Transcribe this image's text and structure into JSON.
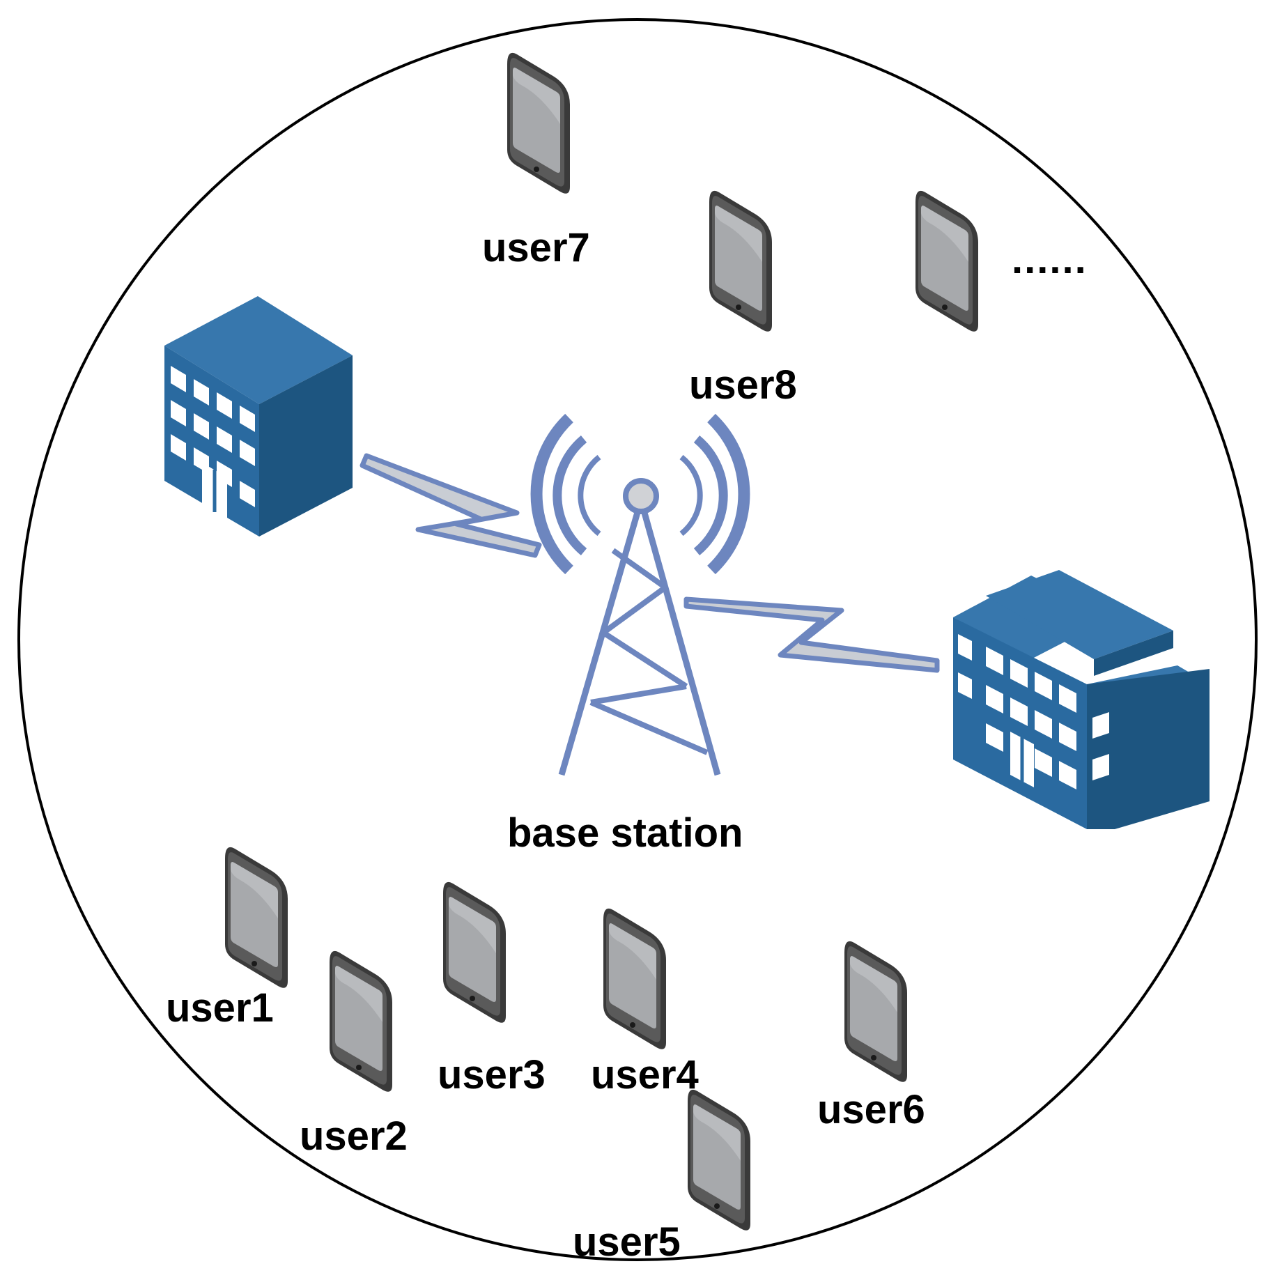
{
  "diagram": {
    "colors": {
      "building_front": "#2a6aa0",
      "building_side": "#1d5580",
      "building_top": "#3777ad",
      "window": "#ffffff",
      "tower": "#6d86bf",
      "link_fill": "#c9cdd4",
      "phone_body": "#3a3a3a",
      "phone_screen": "#a7a9ac",
      "boundary": "#000000"
    },
    "base_station": {
      "label": "base station",
      "icon": "cell-tower-icon"
    },
    "buildings": [
      {
        "icon": "office-building-icon"
      },
      {
        "icon": "office-building-icon"
      }
    ],
    "users": [
      {
        "label": "user1",
        "icon": "smartphone-icon"
      },
      {
        "label": "user2",
        "icon": "smartphone-icon"
      },
      {
        "label": "user3",
        "icon": "smartphone-icon"
      },
      {
        "label": "user4",
        "icon": "smartphone-icon"
      },
      {
        "label": "user5",
        "icon": "smartphone-icon"
      },
      {
        "label": "user6",
        "icon": "smartphone-icon"
      },
      {
        "label": "user7",
        "icon": "smartphone-icon"
      },
      {
        "label": "user8",
        "icon": "smartphone-icon"
      }
    ],
    "more_users": {
      "label": "......",
      "icon": "smartphone-icon"
    }
  }
}
